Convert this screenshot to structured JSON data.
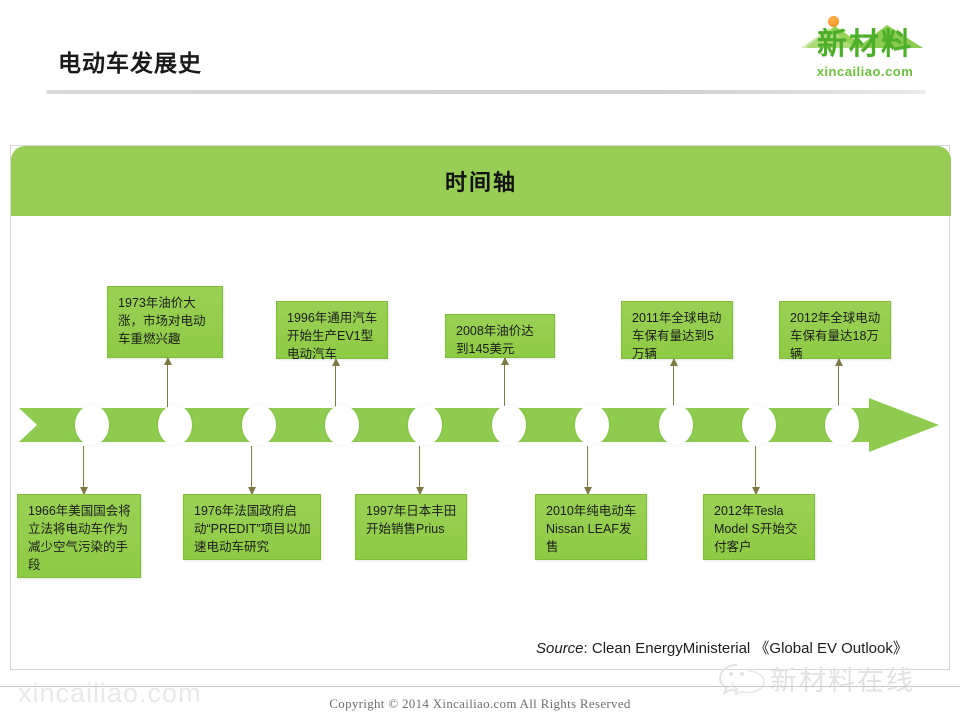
{
  "header": {
    "title": "电动车发展史",
    "logo": {
      "cn": "新材料",
      "url": "xincailiao.com",
      "accent_green": "#4caf28",
      "accent_orange": "#f08a1b"
    }
  },
  "panel": {
    "banner_title": "时间轴",
    "banner_color": "#97cc55"
  },
  "timeline": {
    "arrow_color": "#8ecb4f",
    "node_count": 10,
    "events_above": [
      {
        "text": "1973年油价大涨，市场对电动车重燃兴趣"
      },
      {
        "text": "1996年通用汽车开始生产EV1型电动汽车"
      },
      {
        "text": "2008年油价达到145美元"
      },
      {
        "text": "2011年全球电动车保有量达到5万辆"
      },
      {
        "text": "2012年全球电动车保有量达18万辆"
      }
    ],
    "events_below": [
      {
        "text": "1966年美国国会将立法将电动车作为减少空气污染的手段"
      },
      {
        "text": "1976年法国政府启动“PREDIT”项目以加速电动车研究"
      },
      {
        "text": "1997年日本丰田开始销售Prius"
      },
      {
        "text": "2010年纯电动车Nissan LEAF发售"
      },
      {
        "text": "2012年Tesla Model S开始交付客户"
      }
    ]
  },
  "source": {
    "label": "Source",
    "text": ": Clean EnergyMinisterial  《Global  EV Outlook》"
  },
  "footer": {
    "copyright": "Copyright © 2014   Xincailiao.com    All Rights Reserved"
  },
  "watermarks": {
    "left": "xincailiao.com",
    "right": "新材料在线"
  }
}
